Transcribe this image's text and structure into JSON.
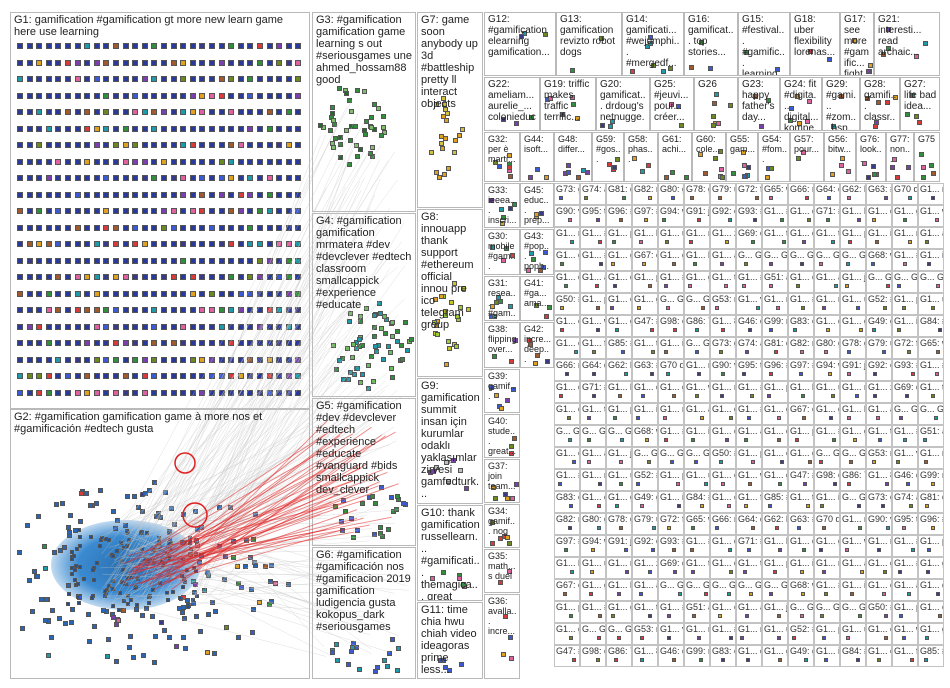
{
  "groups": [
    {
      "id": "g1",
      "label": "G1: gamification #gamification gt more new learn game here use learning"
    },
    {
      "id": "g2",
      "label": "G2: #gamification gamification game à more nos et #gamificación #edtech gusta"
    },
    {
      "id": "g3",
      "label": "G3: #gamification gamification game learning s out #seriousgames une ahmed_hossam88 good"
    },
    {
      "id": "g4",
      "label": "G4: #gamification gamification mrmatera #dev #devclever #edtech classroom smallcappick #experience #educate"
    },
    {
      "id": "g5",
      "label": "G5: #gamification #dev #devclever #edtech #experience #educate #vanguard #bids smallcappick dev_clever"
    },
    {
      "id": "g6",
      "label": "G6: #gamification #gamificación nos #gamificacion 2019 gamification ludigencia gusta kokopus_dark #seriousgames"
    },
    {
      "id": "g7",
      "label": "G7: game soon anybody up 3d #battleship pretty ll interact objects"
    },
    {
      "id": "g8",
      "label": "G8: innouapp thank support #ethereum official innou pre ico telegram group"
    },
    {
      "id": "g9",
      "label": "G9: gamification summit insan için kurumlar odaklı yaklaşımlar zirvesi gamfedturk..."
    },
    {
      "id": "g10",
      "label": "G10: thank gamification russellearn... #gamificati... themagica... great game session..."
    },
    {
      "id": "g11",
      "label": "G11: time chia hwu chiah video ideagoras prime less..."
    },
    {
      "id": "g12",
      "label": "G12: #gamification elearning gamification..."
    },
    {
      "id": "g13",
      "label": "G13: gamification revizto robot dogs"
    },
    {
      "id": "g14",
      "label": "G14: gamificati... #wejumphi... #mergedf..."
    },
    {
      "id": "g16",
      "label": "G16: gamificat... top stories..."
    },
    {
      "id": "g15",
      "label": "G15: #festival... #gamific... learning..."
    },
    {
      "id": "g18",
      "label": "G18: uber flexibility lorenas..."
    },
    {
      "id": "g17",
      "label": "G17: see more #gamific... fight e..."
    },
    {
      "id": "g21",
      "label": "G21: interesti... read archaic..."
    },
    {
      "id": "g22",
      "label": "G22: ameliam... aurelie_... colonieduc..."
    },
    {
      "id": "g19",
      "label": "G19: triffic makes traffic terrific..."
    },
    {
      "id": "g20",
      "label": "G20: gamificat... drdoug's netnugge..."
    },
    {
      "id": "g25",
      "label": "G25: #jeuvi... pour... créer..."
    },
    {
      "id": "g26",
      "label": "G26"
    },
    {
      "id": "g23",
      "label": "G23: happy father's day..."
    },
    {
      "id": "g24",
      "label": "G24: fit #digita... digital... kompe..."
    },
    {
      "id": "g29",
      "label": "G29: #gami... #zom... bsp..."
    },
    {
      "id": "g28",
      "label": "G28: gamifi... classr... aetc_..."
    },
    {
      "id": "g27",
      "label": "G27: life bad idea..."
    },
    {
      "id": "g32",
      "label": "G32: per è marti..."
    },
    {
      "id": "g44",
      "label": "G44: isoft..."
    },
    {
      "id": "g48",
      "label": "G48: differ..."
    },
    {
      "id": "g59",
      "label": "G59: #gos..."
    },
    {
      "id": "g58",
      "label": "G58: phas..."
    },
    {
      "id": "g61",
      "label": "G61: achi..."
    },
    {
      "id": "g60",
      "label": "G60: cole..."
    },
    {
      "id": "g55",
      "label": "G55: gam..."
    },
    {
      "id": "g54",
      "label": "G54: #fom..."
    },
    {
      "id": "g57",
      "label": "G57: pour..."
    },
    {
      "id": "g56",
      "label": "G56: bitw..."
    },
    {
      "id": "g76",
      "label": "G76: look..."
    },
    {
      "id": "g77",
      "label": "G77: non..."
    },
    {
      "id": "g75",
      "label": "G75"
    },
    {
      "id": "g33",
      "label": "G33: ieeea... inscri..."
    },
    {
      "id": "g45",
      "label": "G45: educ... prep..."
    },
    {
      "id": "g30",
      "label": "G30: mobile #gam..."
    },
    {
      "id": "g43",
      "label": "G43: #pop... popb..."
    },
    {
      "id": "g41",
      "label": "G41: #ga... ama..."
    },
    {
      "id": "g31",
      "label": "G31: resea... #gam..."
    },
    {
      "id": "g42",
      "label": "G42: incre... deep..."
    },
    {
      "id": "g38",
      "label": "G38: flipping over..."
    },
    {
      "id": "g39",
      "label": "G39: gamif..."
    },
    {
      "id": "g40",
      "label": "G40: stude... great..."
    },
    {
      "id": "g37",
      "label": "G37: join team..."
    },
    {
      "id": "g34",
      "label": "G34: gamif... nog"
    },
    {
      "id": "g35",
      "label": "G35: math... s duel"
    },
    {
      "id": "g36",
      "label": "G36: avalla... incre..."
    }
  ],
  "node_colors": [
    "#3b5bd6",
    "#2f8f3a",
    "#d93a3a",
    "#e0a020",
    "#7b3fb0",
    "#1f9aa8",
    "#a05a2c",
    "#e060a0",
    "#6a8a20",
    "#3a3a8a"
  ],
  "edge_color_main": "#c8c8c8",
  "edge_color_highlight": "#e02020",
  "small_tiles": [
    "G73: gam...",
    "G74: a3...",
    "G81: di...",
    "G82: migr...",
    "G80: gam...",
    "G78: ga...",
    "G79: up...",
    "G72: final...",
    "G65: war...",
    "G66: nft...",
    "G64: des...",
    "G62: britt...",
    "G63: #ga...",
    "G70 des...",
    "G1... mak...",
    "G90: vou...",
    "G95: tere...",
    "G96: #ga...",
    "G97: #ed...",
    "G94: wor...",
    "G91: joi...",
    "G92: coa...",
    "G93: #h...",
    "G1... #s...",
    "G1... de...",
    "G71: #ga...",
    "G1... ba...",
    "G1... du...",
    "G1... ga...",
    "G1... we...",
    "G1... mu...",
    "G1... #ar...",
    "G1... pe...",
    "G1... let'...",
    "G1... us...",
    "G1... reli...",
    "G1... ze...",
    "G69: dev...",
    "G1... tec...",
    "G1... de...",
    "G1... thri...",
    "G1... par...",
    "G1... isr...",
    "G1... mo...",
    "G1... ä...",
    "G1... ga...",
    "G1... #fu...",
    "G1... ga...",
    "G67: citiz... sci...",
    "G1... goi...",
    "G1... ko...",
    "G1... art",
    "G... G...",
    "G... G...",
    "G... G...",
    "G... G...",
    "G... G...",
    "G68: wor...",
    "G1... #ub...",
    "G1... im...",
    "G1... dos",
    "G1... ag...",
    "G1... dr...",
    "G1... pr...",
    "G1... #g...",
    "G1... ga...",
    "G1... th...",
    "G1... #...",
    "G51: adva... next...",
    "G1... one...",
    "G1... ad...",
    "G1... ja...",
    "G... G...",
    "G... G...",
    "G... G...",
    "G50: #nhs staff...",
    "G1... part...",
    "G1... ok...",
    "G1... ga...",
    "G... G...",
    "G... G...",
    "G53: repo gami...",
    "G1... vid...",
    "G1... rem...",
    "G1... #g...",
    "G1... rai...",
    "G1... us...",
    "G52: #phd thesi...",
    "G1... part...",
    "G1... use...",
    "G1... ena...",
    "G1... wil...",
    "G1... ga...",
    "G47: #ga... #tec...",
    "G98: cre...",
    "G86: 7...",
    "G1... 88...",
    "G46: day gam...",
    "G99: raic...",
    "G83: exc...",
    "G1... do...",
    "G1... ga...",
    "G49: game day...",
    "G1... inn...",
    "G84: #g...",
    "G1... en...",
    "G1... fin...",
    "G85: #ga...",
    "G1... tesl...",
    "G1... inc...",
    "G... G..."
  ]
}
